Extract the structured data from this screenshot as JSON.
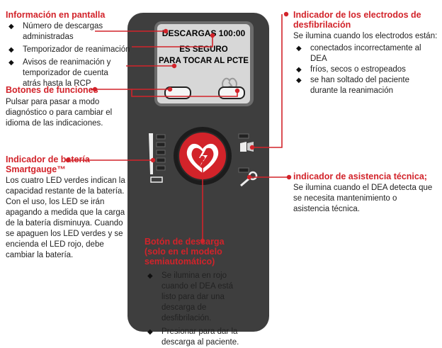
{
  "display": {
    "title": "Información en pantalla",
    "items": [
      "Número de descargas administradas",
      "Temporizador de reanimación",
      "Avisos de reanimación y temporizador de cuenta atrás hasta la RCP"
    ]
  },
  "function_buttons": {
    "title": "Botones de funciones",
    "text": "Pulsar para pasar a modo diagnóstico o para cambiar el idioma de las indicaciones."
  },
  "battery": {
    "title_line1": "Indicador de batería",
    "title_line2": "Smartgauge™",
    "text": "Los cuatro LED verdes indican la capacidad restante de la batería. Con el uso, los LED se irán apagando a medida que la carga de la batería disminuya. Cuando se apaguen los LED verdes y se encienda el LED rojo, debe cambiar la batería."
  },
  "shock_button": {
    "title_line1": "Botón de descarga",
    "title_line2": "(solo en el modelo",
    "title_line3": "semiautomático)",
    "items": [
      "Se ilumina en rojo cuando el DEA está listo para dar una descarga de desfibrilación.",
      "Presionar para dar la descarga al paciente."
    ]
  },
  "electrodes": {
    "title_line1": "Indicador de los electrodos de",
    "title_line2": "desfibrilación",
    "intro": "Se ilumina cuando los electrodos están:",
    "items": [
      "conectados incorrectamente al DEA",
      "fríos, secos o estropeados",
      "se han soltado del paciente durante la reanimación"
    ]
  },
  "service": {
    "title": "indicador de asistencia técnica;",
    "text": "Se ilumina cuando el DEA detecta que se necesita mantenimiento o asistencia técnica."
  },
  "lcd": {
    "line1": "DESCARGAS 1",
    "line1_time": "00:00",
    "line2": "ES SEGURO",
    "line3": "PARA TOCAR AL PCTE"
  },
  "colors": {
    "accent": "#d2232a",
    "device_body": "#3e3e3e",
    "screen": "#d7d7d7"
  }
}
